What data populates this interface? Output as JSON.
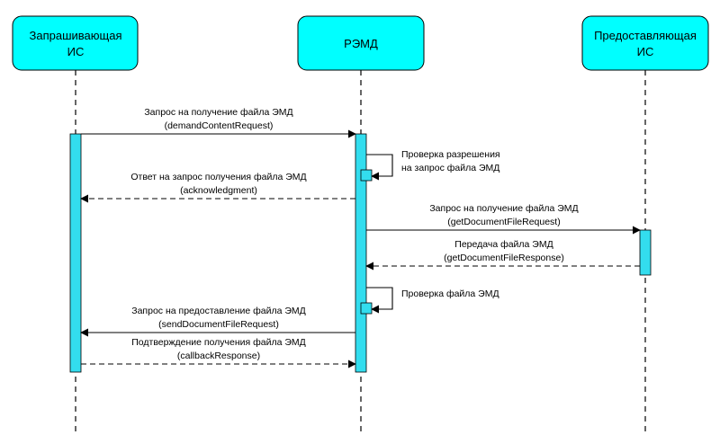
{
  "actors": [
    {
      "id": "requester",
      "lines": [
        "Запрашивающая",
        "ИС"
      ]
    },
    {
      "id": "remd",
      "lines": [
        "РЭМД"
      ]
    },
    {
      "id": "provider",
      "lines": [
        "Предоставляющая",
        "ИС"
      ]
    }
  ],
  "messages": [
    {
      "id": "m1",
      "lines": [
        "Запрос на получение файла ЭМД",
        "(demandContentRequest)"
      ]
    },
    {
      "id": "m2",
      "lines": [
        "Ответ на запрос получения файла ЭМД",
        "(acknowledgment)"
      ]
    },
    {
      "id": "m3",
      "lines": [
        "Запрос на получение файла ЭМД",
        "(getDocumentFileRequest)"
      ]
    },
    {
      "id": "m4",
      "lines": [
        "Передача файла ЭМД",
        "(getDocumentFileResponse)"
      ]
    },
    {
      "id": "m5",
      "lines": [
        "Запрос на предоставление файла ЭМД",
        "(sendDocumentFileRequest)"
      ]
    },
    {
      "id": "m6",
      "lines": [
        "Подтверждение получения файла ЭМД",
        "(callbackResponse)"
      ]
    }
  ],
  "self_checks": [
    {
      "id": "s1",
      "lines": [
        "Проверка разрешения",
        "на запрос файла ЭМД"
      ]
    },
    {
      "id": "s2",
      "lines": [
        "Проверка файла ЭМД"
      ]
    }
  ],
  "colors": {
    "actor_fill": "#00FFFF",
    "activation_fill": "#33DDEE",
    "line": "#000000"
  }
}
